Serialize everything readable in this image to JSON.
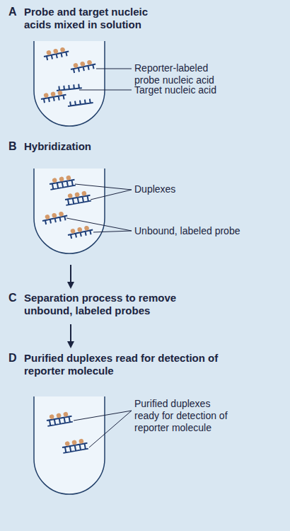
{
  "diagram": {
    "labels": [
      "A",
      "Probe and target nucleic acids mixed in solution",
      "Reporter-labeled probe nucleic acid",
      "Target nucleic acid",
      "B",
      "Hybridization",
      "Duplexes",
      "Unbound, labeled probe",
      "C",
      "Separation process to remove unbound, labeled probes",
      "D",
      "Purified duplexes read for detection of reporter molecule",
      "Purified duplexes ready for detection of reporter molecule"
    ]
  }
}
